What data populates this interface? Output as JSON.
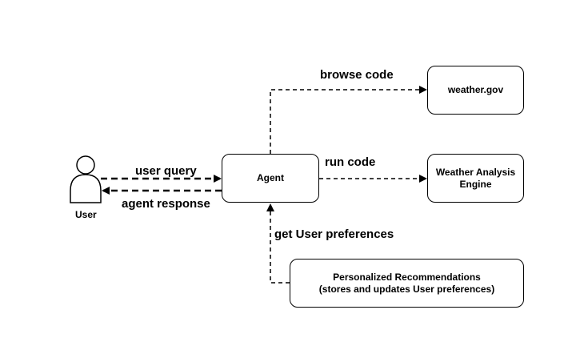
{
  "nodes": {
    "user": {
      "label": "User",
      "icon": "user-actor-icon"
    },
    "agent": {
      "label": "Agent"
    },
    "weather_gov": {
      "label": "weather.gov"
    },
    "engine": {
      "line1": "Weather Analysis",
      "line2": "Engine"
    },
    "recommendations": {
      "line1": "Personalized Recommendations",
      "line2": "(stores and updates User preferences)"
    }
  },
  "edges": {
    "user_query": "user query",
    "agent_response": "agent response",
    "browse_code": "browse code",
    "run_code": "run code",
    "get_preferences": "get User preferences"
  },
  "colors": {
    "stroke": "#000000",
    "background": "#ffffff"
  }
}
